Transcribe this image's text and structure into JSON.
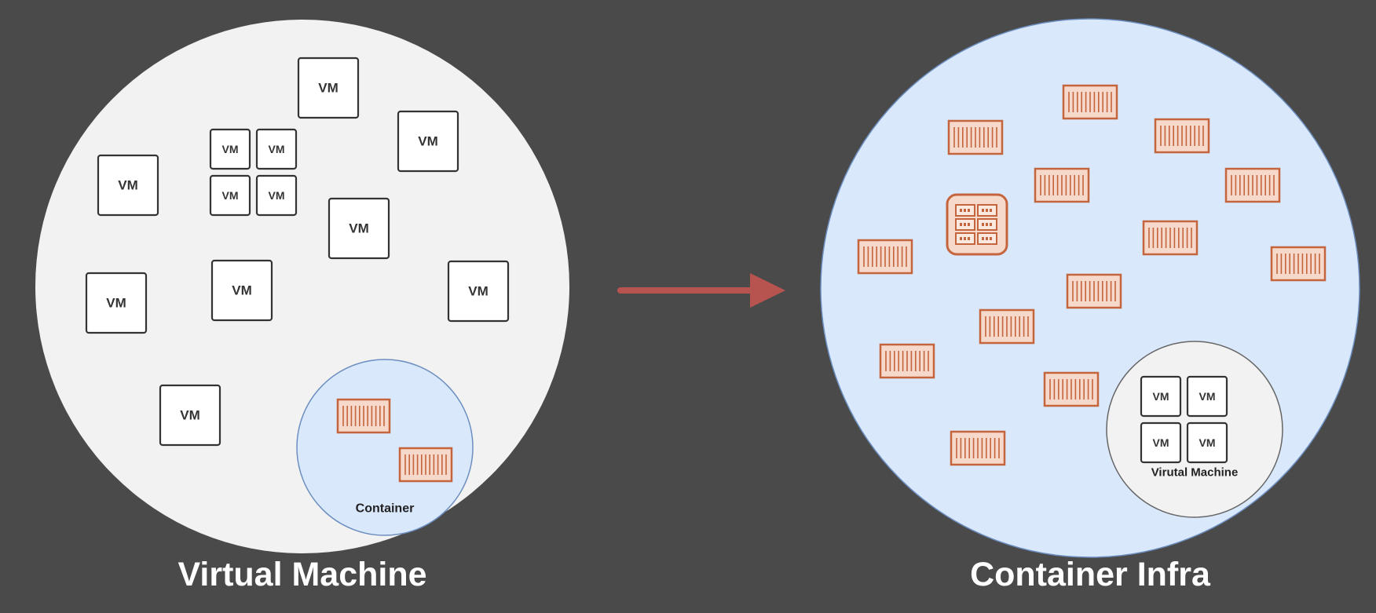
{
  "diagram": {
    "left": {
      "title": "Virtual Machine",
      "vm_label": "VM",
      "inner_title": "Container"
    },
    "right": {
      "title": "Container Infra",
      "vm_label": "VM",
      "inner_title": "Virutal Machine"
    },
    "arrow": {
      "direction": "left-to-right"
    }
  },
  "colors": {
    "background": "#4a4a4a",
    "vm_circle": "#f2f2f2",
    "container_circle": "#dae8fc",
    "container_circle_stroke": "#6c8ebf",
    "box_stroke": "#333333",
    "container_stroke": "#c4653d",
    "container_fill": "#f7d9cb",
    "arrow": "#b85450"
  }
}
